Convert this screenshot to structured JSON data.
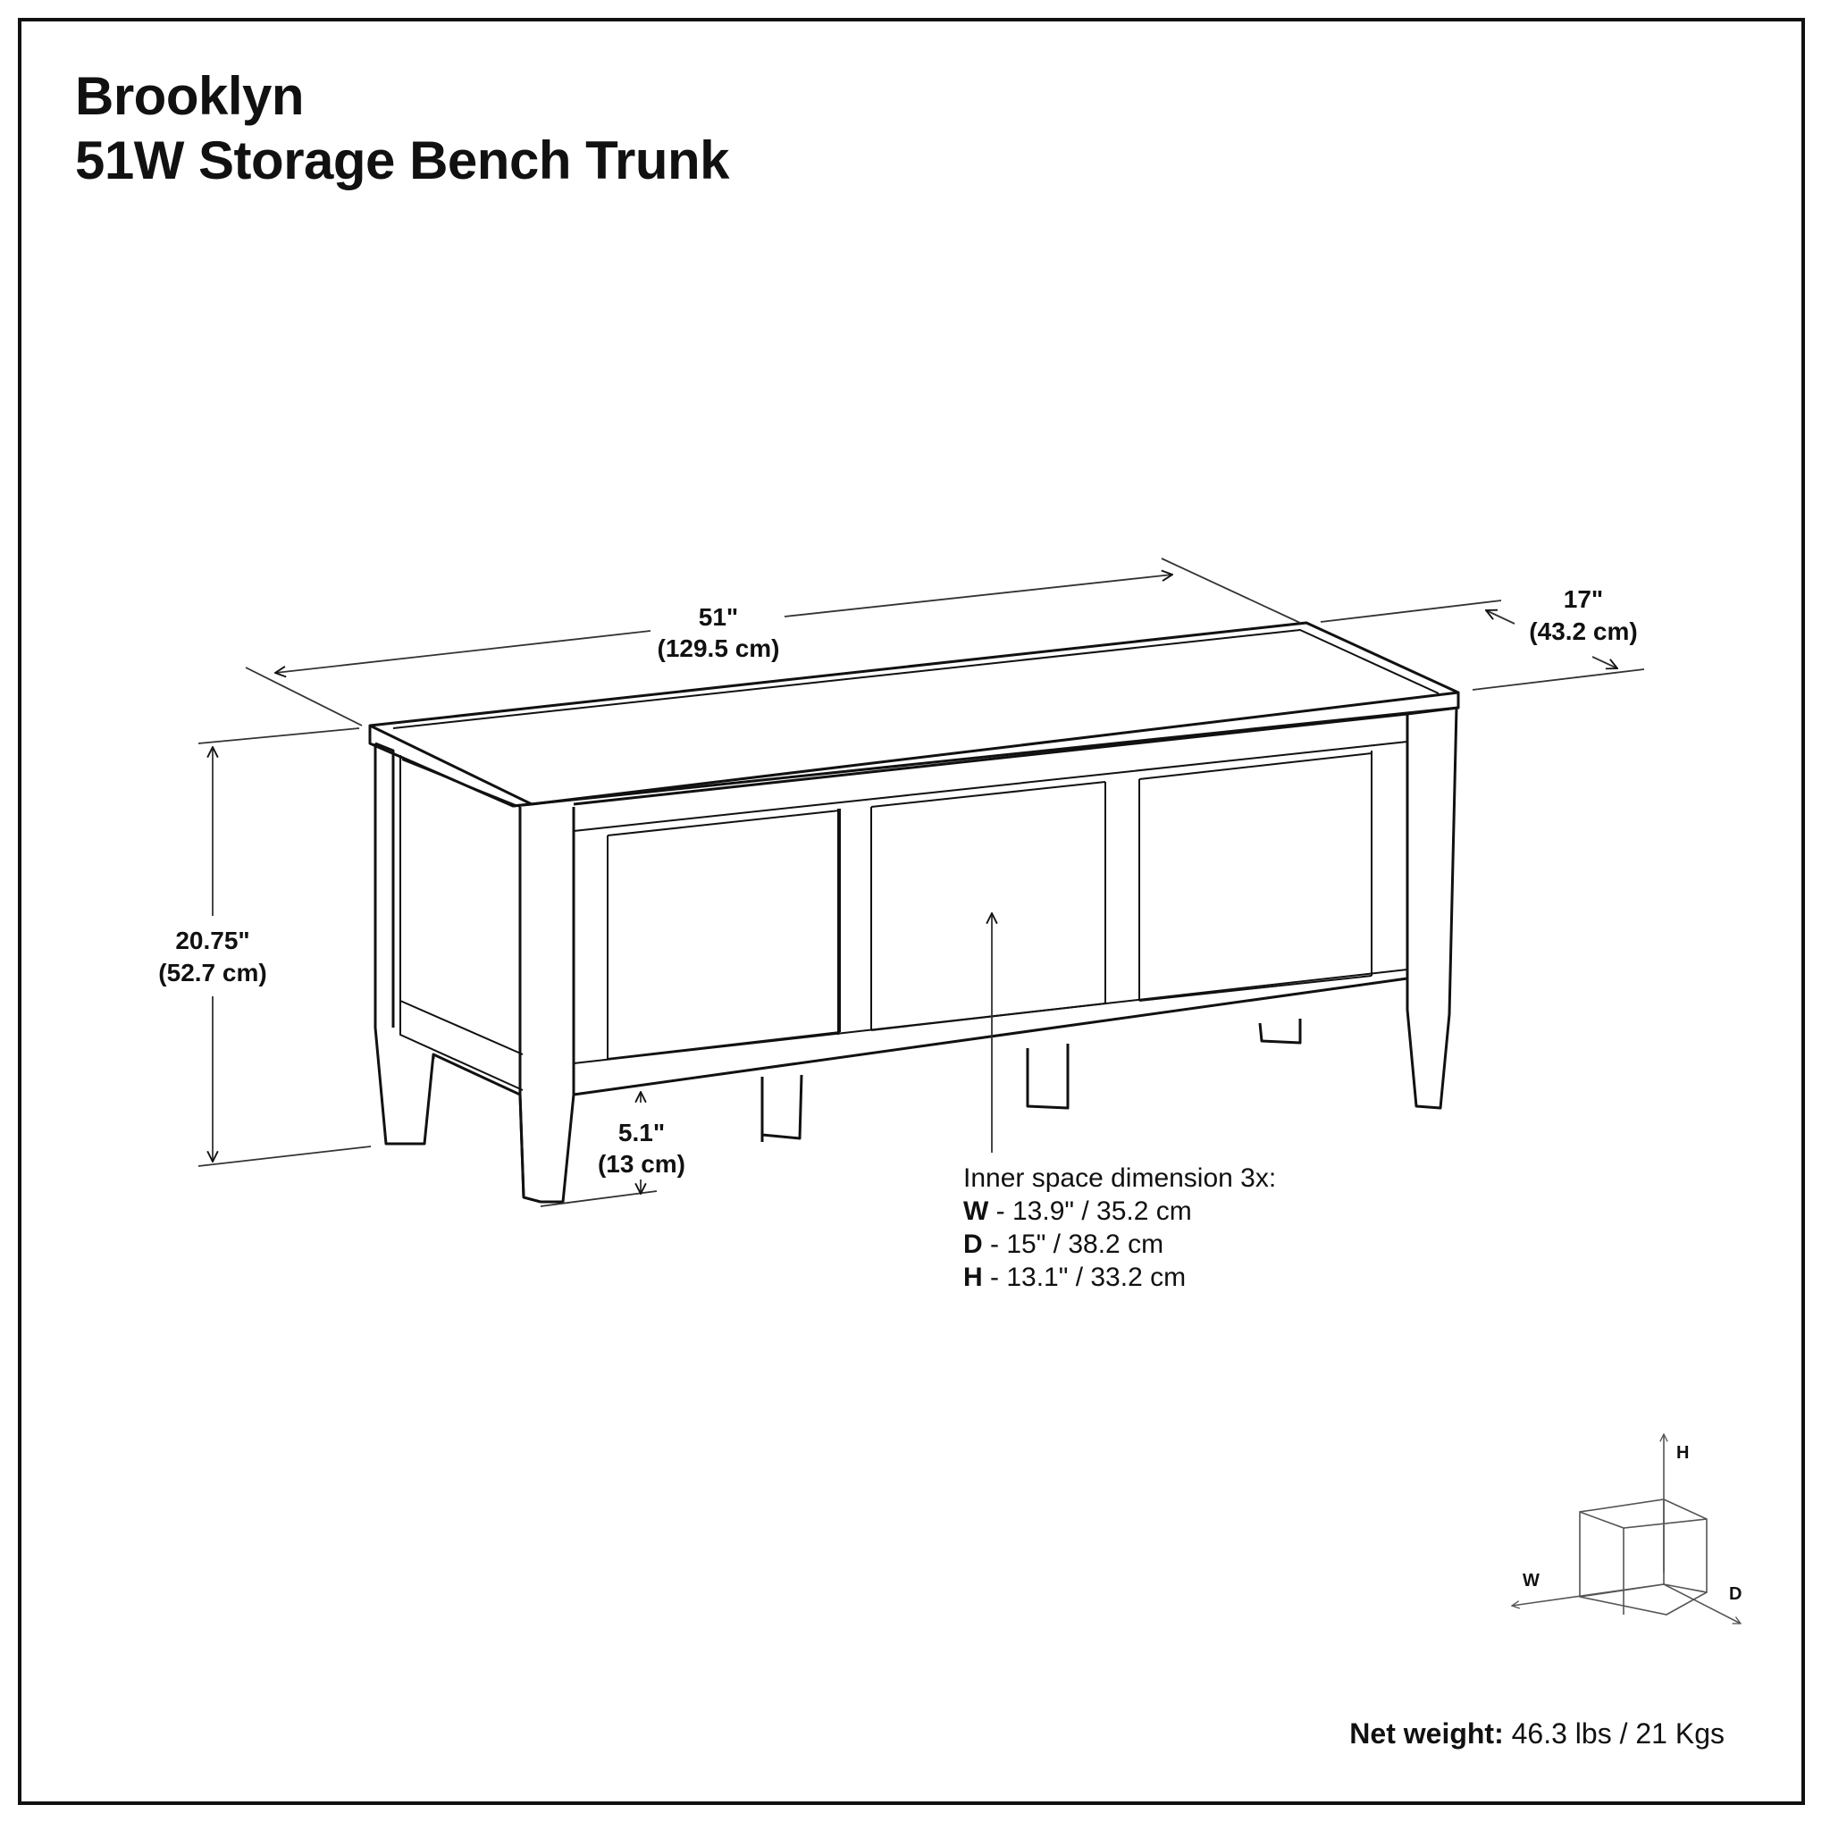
{
  "title": {
    "line1": "Brooklyn",
    "line2": "51W Storage Bench Trunk"
  },
  "dimensions": {
    "width_in": "51\"",
    "width_cm": "(129.5 cm)",
    "depth_in": "17\"",
    "depth_cm": "(43.2 cm)",
    "height_in": "20.75\"",
    "height_cm": "(52.7 cm)",
    "clearance_in": "5.1\"",
    "clearance_cm": "(13 cm)"
  },
  "inner_space": {
    "heading": "Inner space dimension 3x:",
    "rows": [
      {
        "key": "W",
        "value": " - 13.9\" / 35.2 cm"
      },
      {
        "key": "D",
        "value": " - 15\" / 38.2 cm"
      },
      {
        "key": "H",
        "value": " - 13.1\" / 33.2 cm"
      }
    ]
  },
  "axes": {
    "h": "H",
    "w": "W",
    "d": "D"
  },
  "net_weight": {
    "label": "Net weight:",
    "value": " 46.3 lbs / 21 Kgs"
  }
}
